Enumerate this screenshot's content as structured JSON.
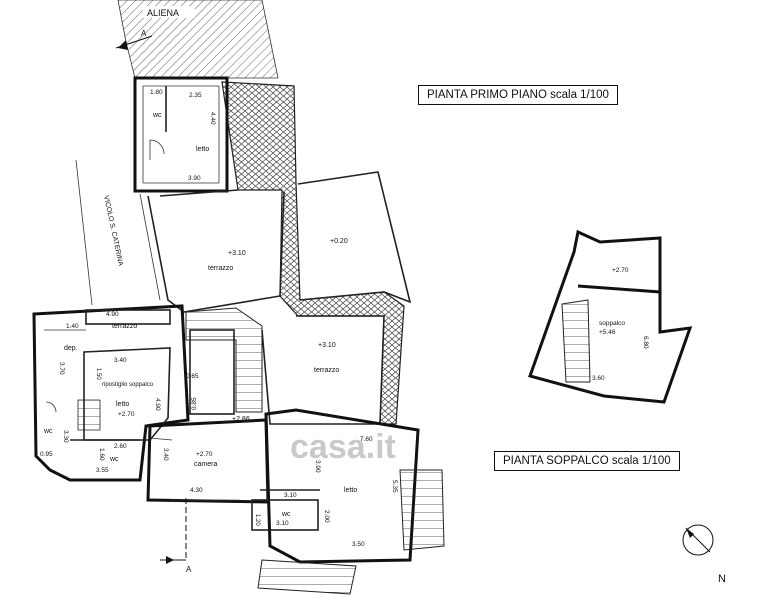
{
  "titles": {
    "first_floor": "PIANTA PRIMO PIANO   scala 1/100",
    "mezzanine": "PIANTA SOPPALCO   scala 1/100"
  },
  "labels": {
    "aliena": "ALIENA",
    "street": "VICOLO S. CATERINA",
    "north": "N",
    "section_a": "A"
  },
  "rooms": {
    "wc_top": "wc",
    "letto_top": "letto",
    "terrazzo_mid": "terrazzo",
    "terrazzo_left": "terrazzo",
    "terrazzo_right": "terrazzo",
    "dep": "dep.",
    "ripostiglio": "ripostiglio soppalco",
    "letto_left": "letto",
    "wc_left": "wc",
    "wc_small": "wc",
    "camera": "camera",
    "letto_right": "letto",
    "wc_bottom": "wc",
    "soppalco": "soppalco"
  },
  "levels": {
    "terrazzo_mid": "+3.10",
    "terrace_right_upper": "+0.20",
    "terrazzo_right": "+3.10",
    "letto_left": "+2.70",
    "stair": "+2.86",
    "camera": "+2.70",
    "mezz_top": "+2.70",
    "soppalco": "+5.46"
  },
  "dimensions": {
    "d_2_35": "2.35",
    "d_1_80": "1.80",
    "d_4_40": "4.40",
    "d_3_90": "3.90",
    "d_4_90": "4.90",
    "d_1_40": "1.40",
    "d_3_70": "3.70",
    "d_3_40": "3.40",
    "d_1_50": "1.50",
    "d_4_90b": "4.90",
    "d_3_30": "3.30",
    "d_0_95": "0.95",
    "d_2_60": "2.60",
    "d_1_60": "1.60",
    "d_3_55": "3.55",
    "d_3_40b": "3.40",
    "d_4_30": "4.30",
    "d_0_65": "0.65",
    "d_0_85": "0.85",
    "d_7_60": "7.60",
    "d_3_90b": "3.90",
    "d_5_35": "5.35",
    "d_3_10": "3.10",
    "d_1_20": "1.20",
    "d_3_10b": "3.10",
    "d_2_00": "2.00",
    "d_3_50": "3.50",
    "d_3_60": "3.60",
    "d_6_80": "6.80"
  },
  "watermark": "casa.it"
}
